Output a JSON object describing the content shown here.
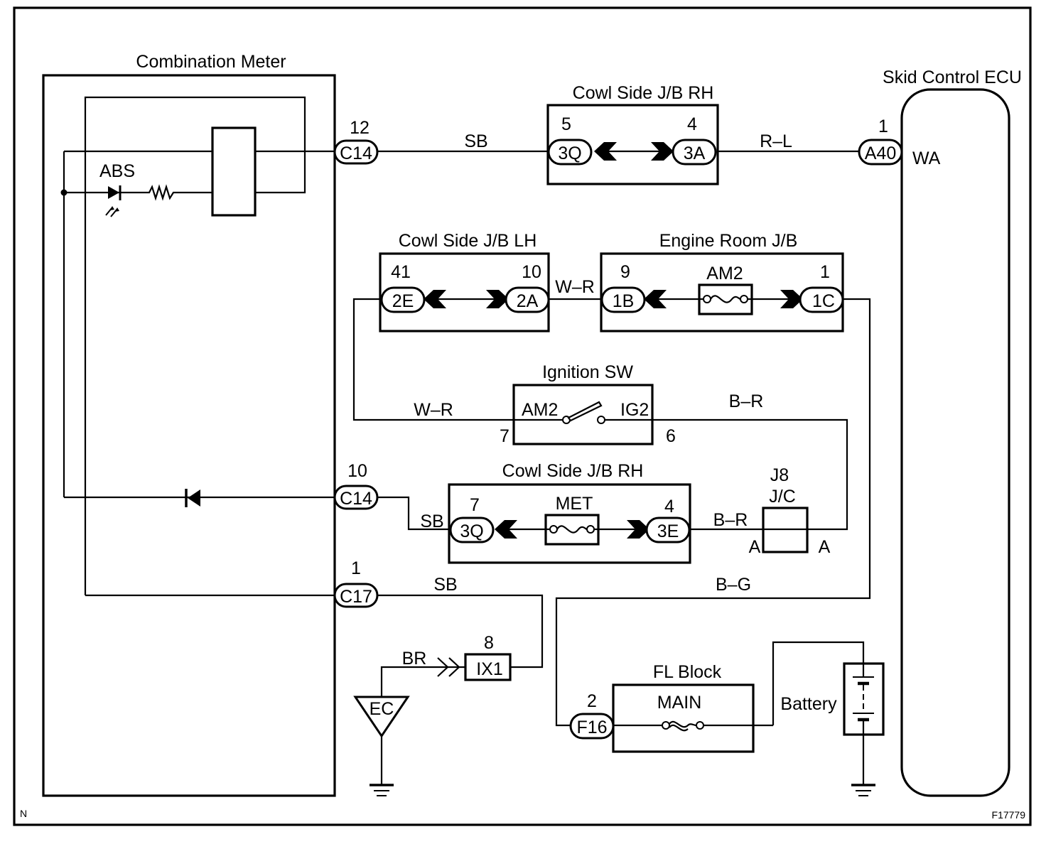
{
  "diagram": {
    "figure_id": "F17779",
    "corner_mark": "N",
    "components": {
      "combination_meter": {
        "title": "Combination Meter",
        "indicator_label": "ABS"
      },
      "skid_control_ecu": {
        "title": "Skid Control ECU",
        "terminal": "WA"
      },
      "cowl_side_jb_rh_top": {
        "title": "Cowl Side J/B RH"
      },
      "cowl_side_jb_lh": {
        "title": "Cowl Side J/B LH"
      },
      "engine_room_jb": {
        "title": "Engine Room J/B",
        "fuse": "AM2"
      },
      "ignition_sw": {
        "title": "Ignition SW",
        "left_terminal": "AM2",
        "right_terminal": "IG2",
        "left_pin": "7",
        "right_pin": "6"
      },
      "cowl_side_jb_rh_bottom": {
        "title": "Cowl Side J/B RH",
        "fuse": "MET"
      },
      "junction_connector": {
        "id": "J8",
        "title": "J/C",
        "left_pin": "A",
        "right_pin": "A"
      },
      "fl_block": {
        "title": "FL Block",
        "fuse": "MAIN"
      },
      "battery": {
        "title": "Battery"
      },
      "ground_point": {
        "label": "EC"
      }
    },
    "connectors": {
      "c14_top": {
        "id": "C14",
        "pin": "12"
      },
      "c14_bottom": {
        "id": "C14",
        "pin": "10"
      },
      "c17": {
        "id": "C17",
        "pin": "1"
      },
      "a40": {
        "id": "A40",
        "pin": "1"
      },
      "jbrh_3q_top": {
        "id": "3Q",
        "pin": "5"
      },
      "jbrh_3a": {
        "id": "3A",
        "pin": "4"
      },
      "jblh_2e": {
        "id": "2E",
        "pin": "41"
      },
      "jblh_2a": {
        "id": "2A",
        "pin": "10"
      },
      "erjb_1b": {
        "id": "1B",
        "pin": "9"
      },
      "erjb_1c": {
        "id": "1C",
        "pin": "1"
      },
      "jbrh_3q_bottom": {
        "id": "3Q",
        "pin": "7"
      },
      "jbrh_3e": {
        "id": "3E",
        "pin": "4"
      },
      "ix1": {
        "id": "IX1",
        "pin": "8"
      },
      "f16": {
        "id": "F16",
        "pin": "2"
      }
    },
    "wires": {
      "c14_to_jbrh": "SB",
      "jbrh_to_ecu": "R–L",
      "lh_to_erjb": "W–R",
      "lh_to_ignition": "W–R",
      "ignition_to_jc": "B–R",
      "jbrh_to_jc": "B–R",
      "c14b_to_jbrh": "SB",
      "c17_to_ix1": "SB",
      "ec_to_ix1": "BR",
      "erjb_to_fl": "B–G"
    }
  }
}
